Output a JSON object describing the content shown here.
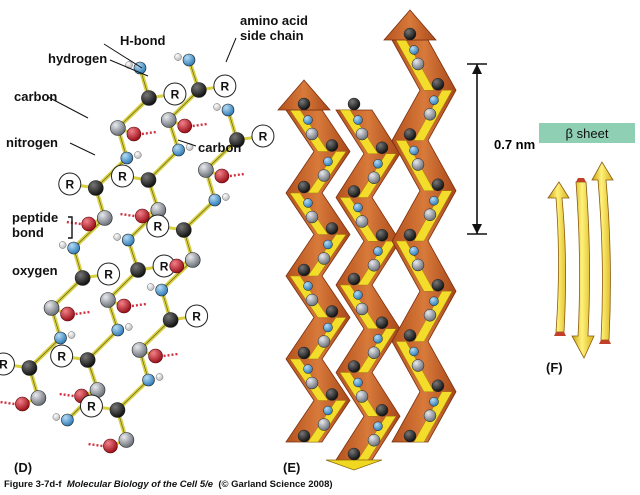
{
  "labels": {
    "amino_acid_side_chain_1": "amino acid",
    "amino_acid_side_chain_2": "side chain",
    "h_bond": "H-bond",
    "hydrogen": "hydrogen",
    "carbon_left": "carbon",
    "nitrogen": "nitrogen",
    "carbon_right": "carbon",
    "peptide_1": "peptide",
    "peptide_2": "bond",
    "oxygen": "oxygen",
    "r_group": "R"
  },
  "panels": {
    "d": "(D)",
    "e": "(E)",
    "f": "(F)"
  },
  "distance": "0.7 nm",
  "beta_sheet": "β sheet",
  "caption": {
    "figure": "Figure 3-7d-f",
    "title": "Molecular Biology of the Cell 5/e",
    "credit": "(© Garland Science 2008)"
  },
  "colors": {
    "carbon_black": "#1a1a1a",
    "carbon_gray": "#8a8f96",
    "nitrogen_blue": "#3d8fcf",
    "oxygen_red": "#c0202a",
    "backbone_yellow": "#e8e060",
    "arrow_orange": "#c8642a",
    "arrow_yellow": "#f0d820",
    "beta_box": "#8fcfb4"
  }
}
